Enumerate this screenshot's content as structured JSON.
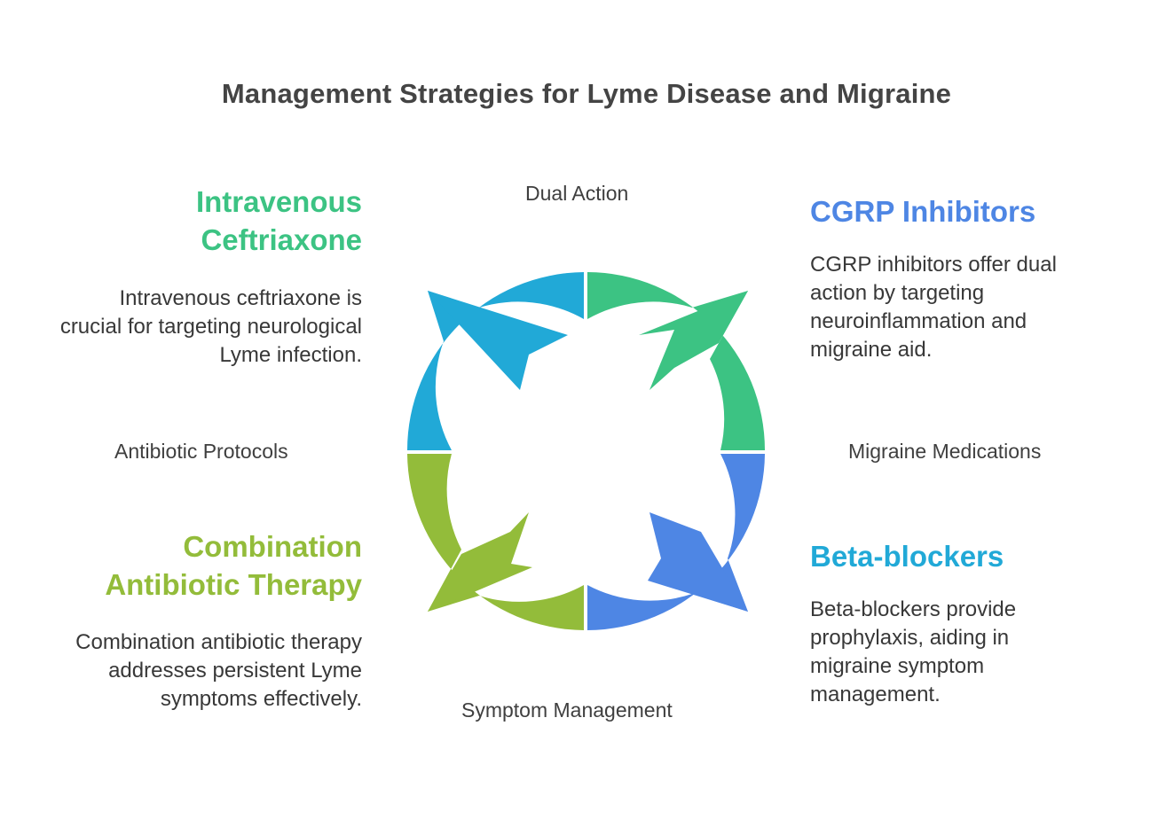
{
  "title": "Management Strategies for Lyme Disease and Migraine",
  "axes": {
    "top": "Dual Action",
    "right": "Migraine Medications",
    "bottom": "Symptom Management",
    "left": "Antibiotic Protocols"
  },
  "items": [
    {
      "key": "ceftriaxone",
      "heading": "Intravenous Ceftriaxone",
      "description": "Intravenous ceftriaxone is crucial for targeting neurological Lyme infection.",
      "color": "#3cc383"
    },
    {
      "key": "cgrp",
      "heading": "CGRP Inhibitors",
      "description": "CGRP inhibitors offer dual action by targeting neuroinflammation and migraine aid.",
      "color": "#4e86e4"
    },
    {
      "key": "combination",
      "heading": "Combination Antibiotic Therapy",
      "description": "Combination antibiotic therapy addresses persistent Lyme symptoms effectively.",
      "color": "#93bc3a"
    },
    {
      "key": "beta",
      "heading": "Beta-blockers",
      "description": "Beta-blockers provide prophylaxis, aiding in migraine symptom management.",
      "color": "#21a9d7"
    }
  ],
  "segment_colors": {
    "top_left": "#21a9d7",
    "top_right": "#3cc383",
    "bottom_right": "#4e86e4",
    "bottom_left": "#93bc3a"
  }
}
